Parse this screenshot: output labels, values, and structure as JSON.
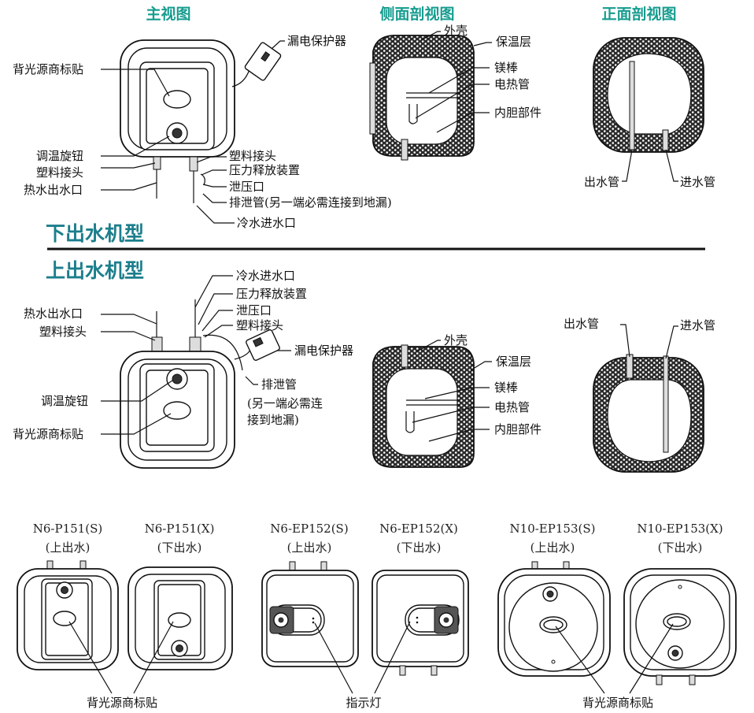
{
  "colors": {
    "title": "#169c8f",
    "section": "#1c7e8c",
    "divider": "#111111"
  },
  "titles": {
    "main_view": "主视图",
    "side_section": "侧面剖视图",
    "front_section": "正面剖视图"
  },
  "sections": {
    "bottom_outlet": "下出水机型",
    "top_outlet": "上出水机型"
  },
  "bottom_model": {
    "main_labels": {
      "leakage_protector": "漏电保护器",
      "backlight_logo": "背光源商标贴",
      "temp_knob": "调温旋钮",
      "plastic_joint_left": "塑料接头",
      "hot_outlet": "热水出水口",
      "plastic_joint_right": "塑料接头",
      "pressure_relief": "压力释放装置",
      "relief_port": "泄压口",
      "drain_pipe": "排泄管(另一端必需连接到地漏)",
      "cold_inlet": "冷水进水口"
    },
    "side_labels": {
      "shell": "外壳",
      "insulation": "保温层",
      "anode": "镁棒",
      "heater": "电热管",
      "tank": "内胆部件"
    },
    "front_labels": {
      "outlet_pipe": "出水管",
      "inlet_pipe": "进水管"
    }
  },
  "top_model": {
    "main_labels": {
      "cold_inlet": "冷水进水口",
      "pressure_relief": "压力释放装置",
      "hot_outlet": "热水出水口",
      "relief_port": "泄压口",
      "plastic_joint_left": "塑料接头",
      "plastic_joint_right": "塑料接头",
      "leakage_protector": "漏电保护器",
      "temp_knob": "调温旋钮",
      "drain_pipe": "排泄管",
      "drain_note_1": "(另一端必需连",
      "drain_note_2": "接到地漏)",
      "backlight_logo": "背光源商标贴"
    },
    "side_labels": {
      "shell": "外壳",
      "insulation": "保温层",
      "anode": "镁棒",
      "heater": "电热管",
      "tank": "内胆部件"
    },
    "front_labels": {
      "outlet_pipe": "出水管",
      "inlet_pipe": "进水管"
    }
  },
  "models": [
    {
      "name": "N6-P151(S)",
      "type": "(上出水)"
    },
    {
      "name": "N6-P151(X)",
      "type": "(下出水)"
    },
    {
      "name": "N6-EP152(S)",
      "type": "(上出水)"
    },
    {
      "name": "N6-EP152(X)",
      "type": "(下出水)"
    },
    {
      "name": "N10-EP153(S)",
      "type": "(上出水)"
    },
    {
      "name": "N10-EP153(X)",
      "type": "(下出水)"
    }
  ],
  "bottom_labels": {
    "logo_left": "背光源商标贴",
    "indicator": "指示灯",
    "logo_right": "背光源商标贴"
  }
}
